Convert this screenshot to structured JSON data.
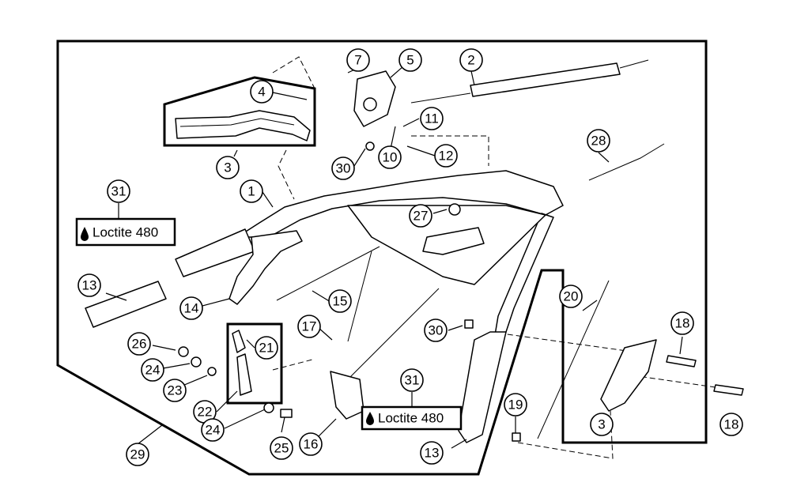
{
  "callouts": {
    "c1": "1",
    "c2": "2",
    "c3a": "3",
    "c3b": "3",
    "c4": "4",
    "c5": "5",
    "c7": "7",
    "c10": "10",
    "c11": "11",
    "c12": "12",
    "c13a": "13",
    "c13b": "13",
    "c14": "14",
    "c15": "15",
    "c16": "16",
    "c17": "17",
    "c18a": "18",
    "c18b": "18",
    "c19": "19",
    "c20": "20",
    "c21": "21",
    "c22": "22",
    "c23": "23",
    "c24a": "24",
    "c24b": "24",
    "c25": "25",
    "c26": "26",
    "c27": "27",
    "c28": "28",
    "c29": "29",
    "c30a": "30",
    "c30b": "30",
    "c31a": "31",
    "c31b": "31"
  },
  "notes": {
    "loctite_left": "Loctite 480",
    "loctite_right": "Loctite 480"
  },
  "icons": {
    "adhesive_drop": "drop-icon"
  }
}
